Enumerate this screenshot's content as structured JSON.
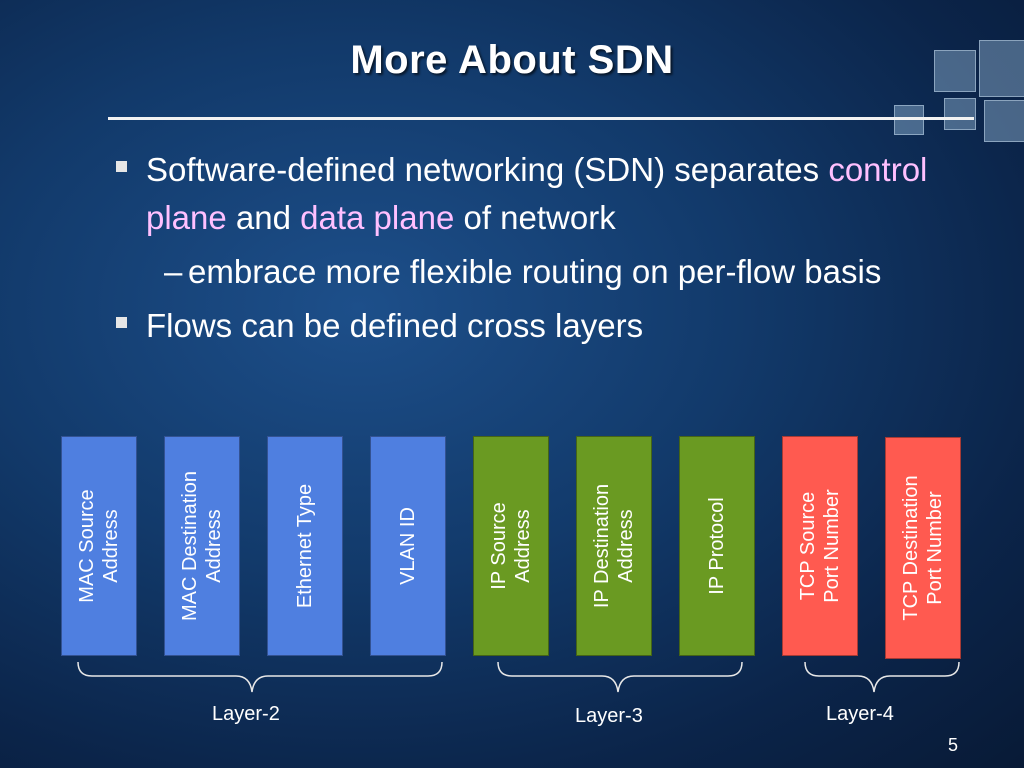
{
  "slide": {
    "title": "More About SDN",
    "page_number": "5"
  },
  "bullets": {
    "b1": {
      "prefix": "Software-defined networking (SDN) separates ",
      "hl1": "control plane",
      "mid": " and ",
      "hl2": "data plane",
      "suffix": " of network"
    },
    "sub1": {
      "dash": "–",
      "text": "embrace more flexible routing on per-flow basis"
    },
    "b2": "Flows can be defined cross layers"
  },
  "fields": [
    {
      "line1": "MAC Source",
      "line2": "Address",
      "color": "#4f7fe0"
    },
    {
      "line1": "MAC Destination",
      "line2": "Address",
      "color": "#4f7fe0"
    },
    {
      "line1": "Ethernet Type",
      "line2": "",
      "color": "#4f7fe0"
    },
    {
      "line1": "VLAN ID",
      "line2": "",
      "color": "#4f7fe0"
    },
    {
      "line1": "IP Source",
      "line2": "Address",
      "color": "#6a9a22"
    },
    {
      "line1": "IP Destination",
      "line2": "Address",
      "color": "#6a9a22"
    },
    {
      "line1": "IP Protocol",
      "line2": "",
      "color": "#6a9a22"
    },
    {
      "line1": "TCP Source",
      "line2": "Port Number",
      "color": "#ff5a50"
    },
    {
      "line1": "TCP Destination",
      "line2": "Port Number",
      "color": "#ff5a50"
    }
  ],
  "layers": [
    "Layer-2",
    "Layer-3",
    "Layer-4"
  ]
}
